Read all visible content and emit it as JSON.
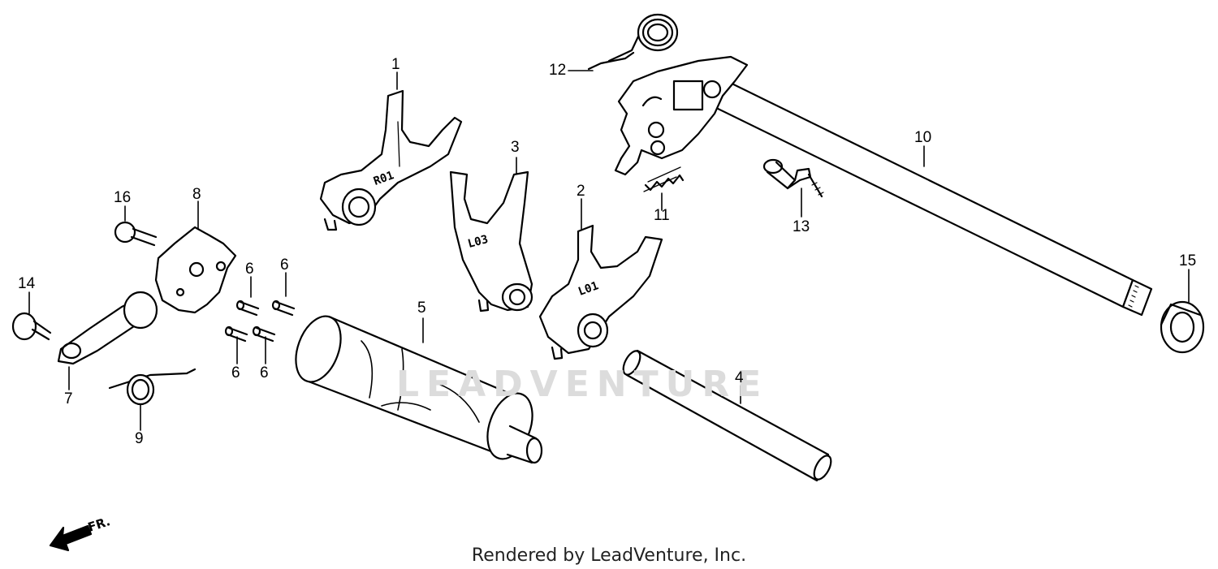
{
  "callouts": [
    "1",
    "2",
    "3",
    "4",
    "5",
    "6",
    "6",
    "6",
    "6",
    "7",
    "8",
    "9",
    "10",
    "11",
    "12",
    "13",
    "14",
    "15",
    "16"
  ],
  "fork_marks": {
    "fork1": "R01",
    "fork2": "L01",
    "fork3": "L03"
  },
  "direction_label": "FR.",
  "watermark": "LEADVENTURE",
  "footer": "Rendered by LeadVenture, Inc."
}
